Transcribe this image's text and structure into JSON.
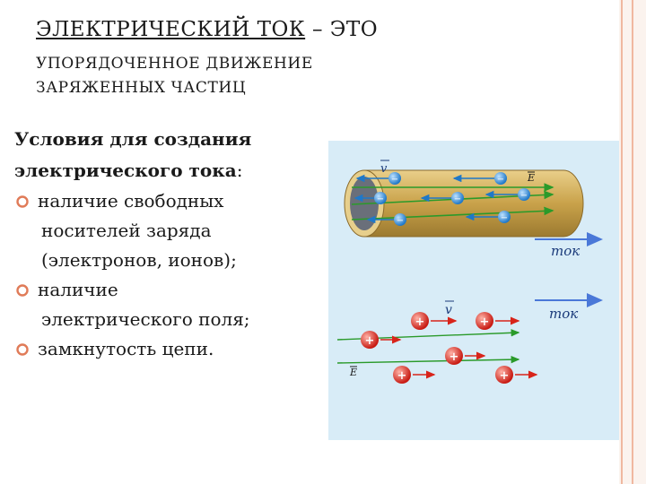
{
  "title": {
    "main_term": "ЭЛЕКТРИЧЕСКИЙ ТОК",
    "dash_word": " – ЭТО",
    "definition_line1": "УПОРЯДОЧЕННОЕ ДВИЖЕНИЕ",
    "definition_line2": "ЗАРЯЖЕННЫХ ЧАСТИЦ"
  },
  "conditions": {
    "heading_line1": "Условия для создания",
    "heading_line2": "электрического тока",
    "heading_colon": ":",
    "items": [
      {
        "line1": "наличие свободных",
        "line2": "носителей заряда",
        "line3": "(электронов, ионов);"
      },
      {
        "line1": "наличие",
        "line2": "электрического поля;"
      },
      {
        "line1": "замкнутость цепи."
      }
    ]
  },
  "figure": {
    "conductor_labels": {
      "velocity": "v",
      "field": "E",
      "current": "ток"
    },
    "ions_labels": {
      "velocity": "v",
      "field": "E",
      "current": "ток",
      "plus": "+",
      "minus": "−"
    }
  },
  "colors": {
    "accent_bullet": "#e07b58",
    "frame": "#f0b8a0",
    "figure_bg": "#d8ecf7",
    "conductor": "#c9a24a",
    "electron": "#1f78c8",
    "ion": "#d8241a",
    "field_arrow": "#2a9a2a",
    "current_arrow": "#4a78d8"
  }
}
